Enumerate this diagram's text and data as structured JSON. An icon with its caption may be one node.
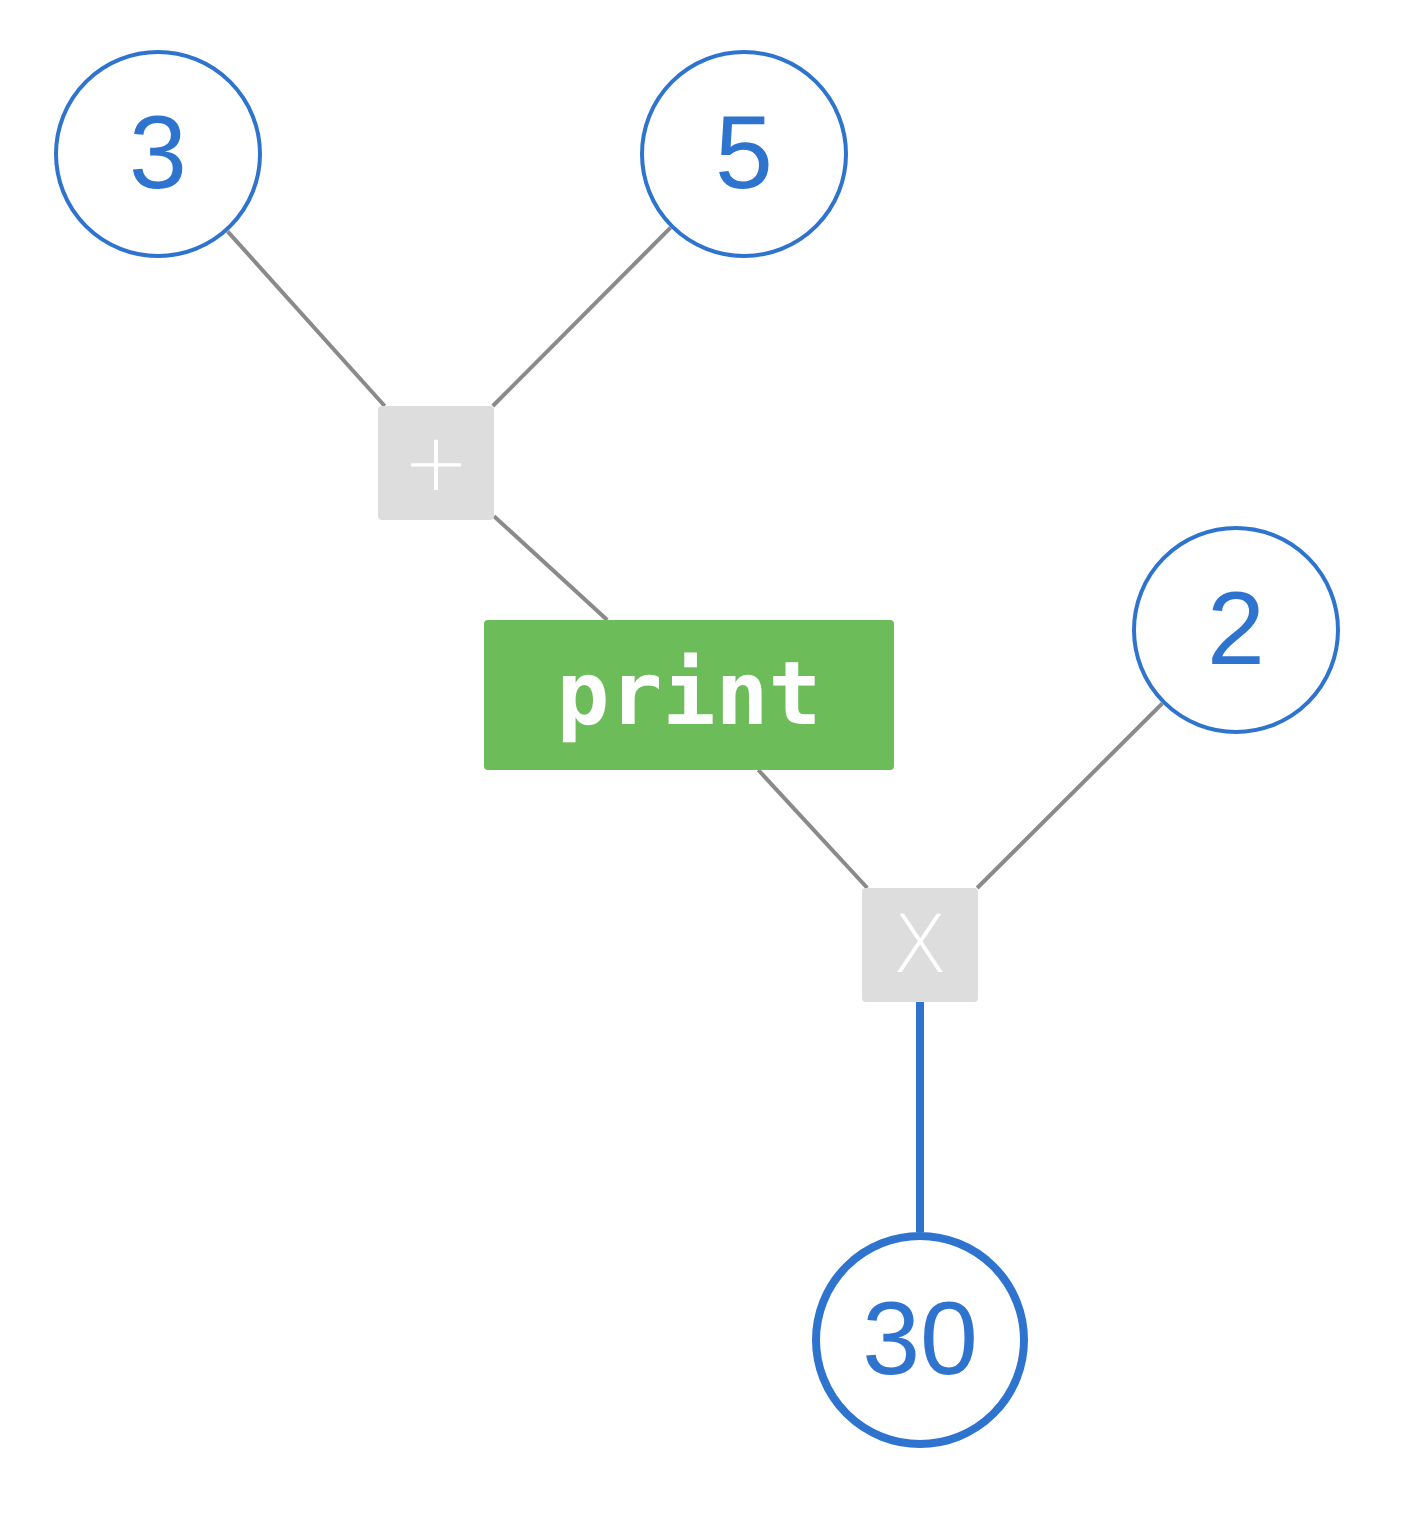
{
  "diagram": {
    "nodes": [
      {
        "text": [
          "3"
        ]
      },
      {
        "text": [
          "5"
        ]
      },
      {
        "text": [
          "+"
        ]
      },
      {
        "text": [
          "print"
        ]
      },
      {
        "text": [
          "2"
        ]
      },
      {
        "text": [
          "X"
        ]
      },
      {
        "text": [
          "30"
        ]
      }
    ],
    "edges": [
      {
        "from": 0,
        "to": 2,
        "arrow": "none"
      },
      {
        "from": 1,
        "to": 2,
        "arrow": "none"
      },
      {
        "from": 2,
        "to": 3,
        "arrow": "none"
      },
      {
        "from": 3,
        "to": 5,
        "arrow": "none"
      },
      {
        "from": 4,
        "to": 5,
        "arrow": "none"
      },
      {
        "from": 5,
        "to": 6,
        "arrow": "none",
        "style": "thick",
        "color": "#2e74cf"
      }
    ]
  }
}
